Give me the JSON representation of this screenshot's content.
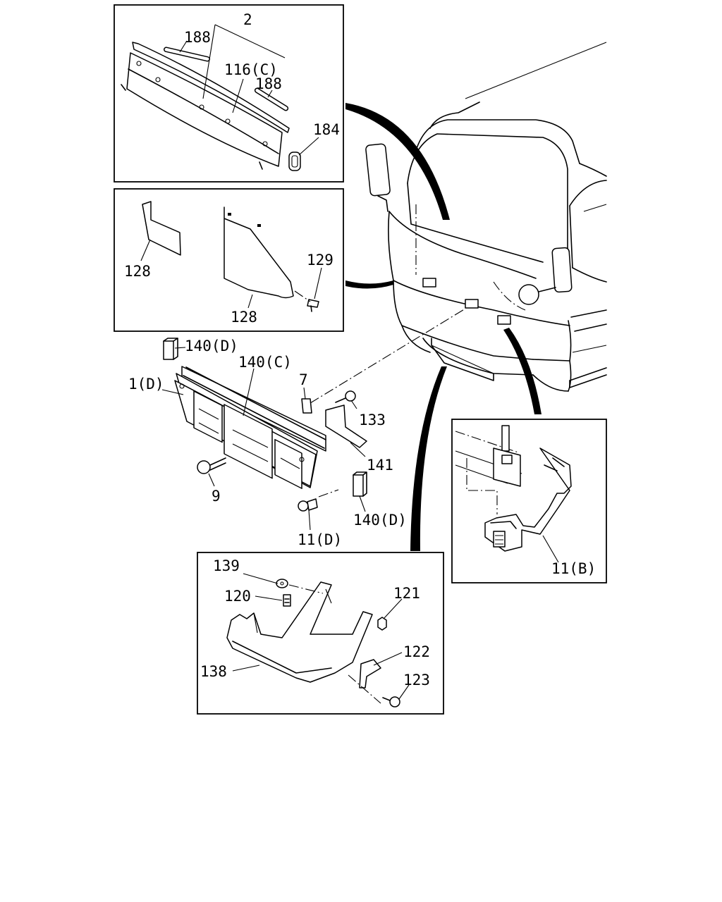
{
  "callouts": {
    "c2": "2",
    "c188a": "188",
    "c116c": "116(C)",
    "c188b": "188",
    "c184": "184",
    "c128a": "128",
    "c129": "129",
    "c128b": "128",
    "c140d_top": "140(D)",
    "c140c": "140(C)",
    "c1d": "1(D)",
    "c7": "7",
    "c133": "133",
    "c141": "141",
    "c9": "9",
    "c140d_bot": "140(D)",
    "c11d": "11(D)",
    "c11b": "11(B)",
    "c139": "139",
    "c120": "120",
    "c121": "121",
    "c122": "122",
    "c138": "138",
    "c123": "123"
  }
}
